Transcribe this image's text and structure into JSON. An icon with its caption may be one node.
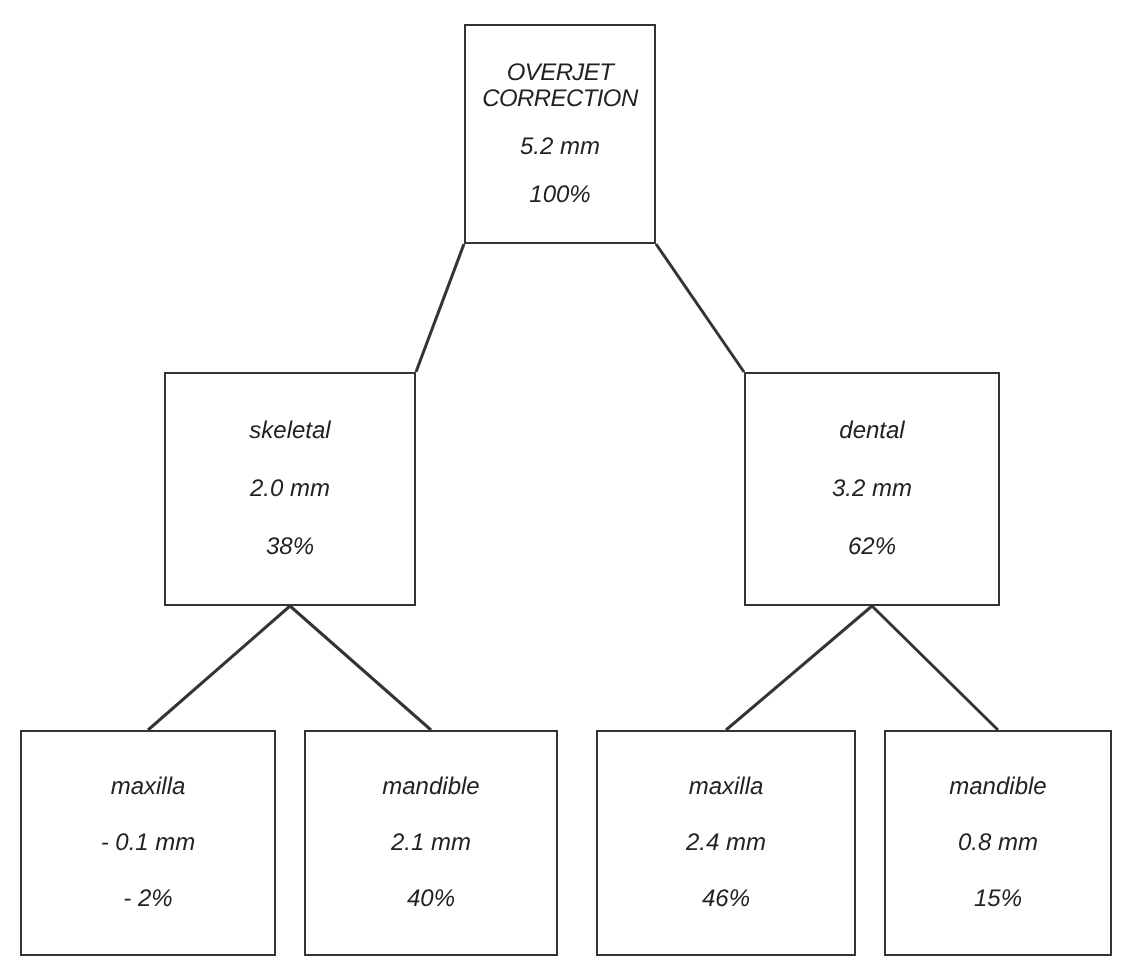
{
  "diagram": {
    "nodes": [
      {
        "text": [
          "OVERJET CORRECTION",
          "5.2 mm",
          "100%"
        ]
      },
      {
        "text": [
          "skeletal",
          "2.0 mm",
          "38%"
        ]
      },
      {
        "text": [
          "dental",
          "3.2 mm",
          "62%"
        ]
      },
      {
        "text": [
          "maxilla",
          "- 0.1 mm",
          "- 2%"
        ]
      },
      {
        "text": [
          "mandible",
          "2.1 mm",
          "40%"
        ]
      },
      {
        "text": [
          "maxilla",
          "2.4 mm",
          "46%"
        ]
      },
      {
        "text": [
          "mandible",
          "0.8 mm",
          "15%"
        ]
      }
    ],
    "edges": [
      {
        "from": 0,
        "to": 1,
        "arrow": "none"
      },
      {
        "from": 0,
        "to": 2,
        "arrow": "none"
      },
      {
        "from": 1,
        "to": 3,
        "arrow": "none"
      },
      {
        "from": 1,
        "to": 4,
        "arrow": "none"
      },
      {
        "from": 2,
        "to": 5,
        "arrow": "none"
      },
      {
        "from": 2,
        "to": 6,
        "arrow": "none"
      }
    ]
  }
}
